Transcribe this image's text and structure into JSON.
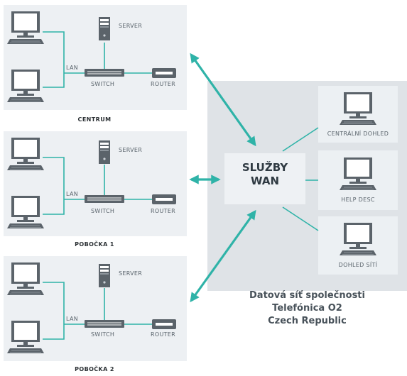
{
  "colors": {
    "accent": "#2fb3a8",
    "panel": "#dfe3e7",
    "site": "#edf0f3",
    "device": "#5b636a"
  },
  "sites": [
    {
      "caption": "CENTRUM",
      "lan": "LAN",
      "server": "SERVER",
      "switch": "SWITCH",
      "router": "ROUTER"
    },
    {
      "caption": "POBOČKA 1",
      "lan": "LAN",
      "server": "SERVER",
      "switch": "SWITCH",
      "router": "ROUTER"
    },
    {
      "caption": "POBOČKA 2",
      "lan": "LAN",
      "server": "SERVER",
      "switch": "SWITCH",
      "router": "ROUTER"
    }
  ],
  "wan": {
    "title_line1": "SLUŽBY",
    "title_line2": "WAN"
  },
  "services": [
    {
      "label": "CENTRÁLNÍ DOHLED"
    },
    {
      "label": "HELP DESC"
    },
    {
      "label": "DOHLED SÍTÍ"
    }
  ],
  "caption": {
    "line1": "Datová síť společnosti",
    "line2": "Telefónica O2",
    "line3": "Czech Republic"
  }
}
